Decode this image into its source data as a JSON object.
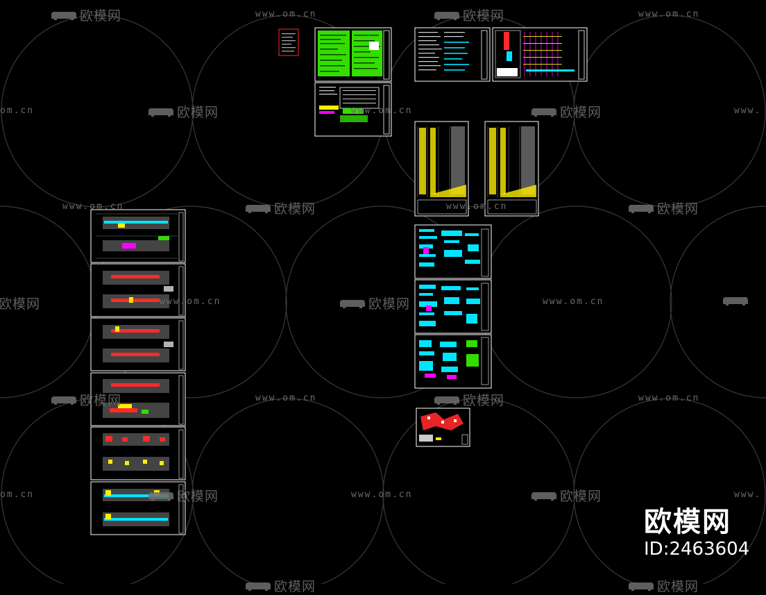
{
  "watermark": {
    "brand_text": "欧模网",
    "url_text": "www.om.cn",
    "url_cut_left": "om.cn",
    "url_cut_right": "www.",
    "brand_cut_left": "欧模网"
  },
  "brand": {
    "name": "欧模网",
    "id_label": "ID:2463604"
  },
  "colors": {
    "background": "#000000",
    "sheet_border": "#ffffff",
    "title_block_border": "#ff0000",
    "green_fill": "#33dd00",
    "cyan": "#00e5ff",
    "yellow": "#ffee00",
    "magenta": "#ff00ff",
    "red": "#ff2a2a",
    "watermark_gray": "#6f6f6f"
  }
}
